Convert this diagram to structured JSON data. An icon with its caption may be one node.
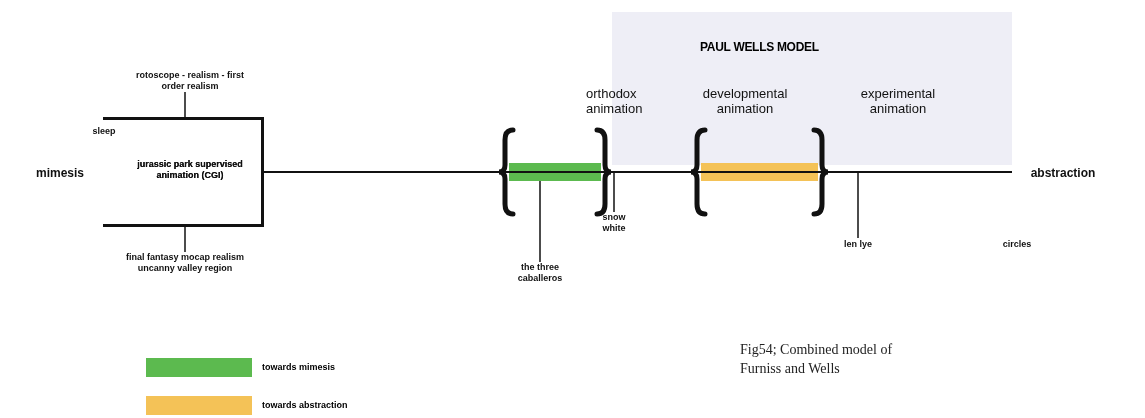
{
  "diagram": {
    "caption": "Fig54; Combined model of Furniss and Wells",
    "nodes": [
      {
        "text": [
          "PAUL WELLS MODEL"
        ]
      },
      {
        "text": [
          "orthodox animation"
        ]
      },
      {
        "text": [
          "developmental animation"
        ],
        "in": 0
      },
      {
        "text": [
          "experimental animation"
        ],
        "in": 0
      },
      {
        "text": [
          "mimesis"
        ]
      },
      {
        "text": [
          "abstraction"
        ]
      },
      {
        "text": [
          "rotoscope - realism - first order realism"
        ]
      },
      {
        "text": [
          "sleep"
        ]
      },
      {
        "text": [
          "jurassic park supervised animation (CGI)"
        ],
        "in": 17
      },
      {
        "text": [
          "final fantasy mocap realism uncanny valley region"
        ]
      },
      {
        "text": [
          "the three caballeros"
        ]
      },
      {
        "text": [
          "snow white"
        ]
      },
      {
        "text": [
          "len lye"
        ]
      },
      {
        "text": [
          "circles"
        ]
      },
      {
        "text": [],
        "shape": "bar"
      },
      {
        "text": [],
        "shape": "bar"
      },
      {
        "text": [],
        "shape": "line"
      },
      {
        "text": [],
        "shape": "bracket"
      }
    ],
    "edges": [
      {
        "from": 6,
        "to": 17,
        "arrow": "none"
      },
      {
        "from": 9,
        "to": 17,
        "arrow": "none"
      },
      {
        "from": 10,
        "to": 14,
        "arrow": "none"
      },
      {
        "from": 11,
        "to": 16,
        "arrow": "none"
      },
      {
        "from": 12,
        "to": 16,
        "arrow": "none"
      }
    ],
    "legend": [
      {
        "text": "towards mimesis",
        "color": "#5cba4f"
      },
      {
        "text": "towards abstraction",
        "color": "#f4c257"
      }
    ]
  }
}
